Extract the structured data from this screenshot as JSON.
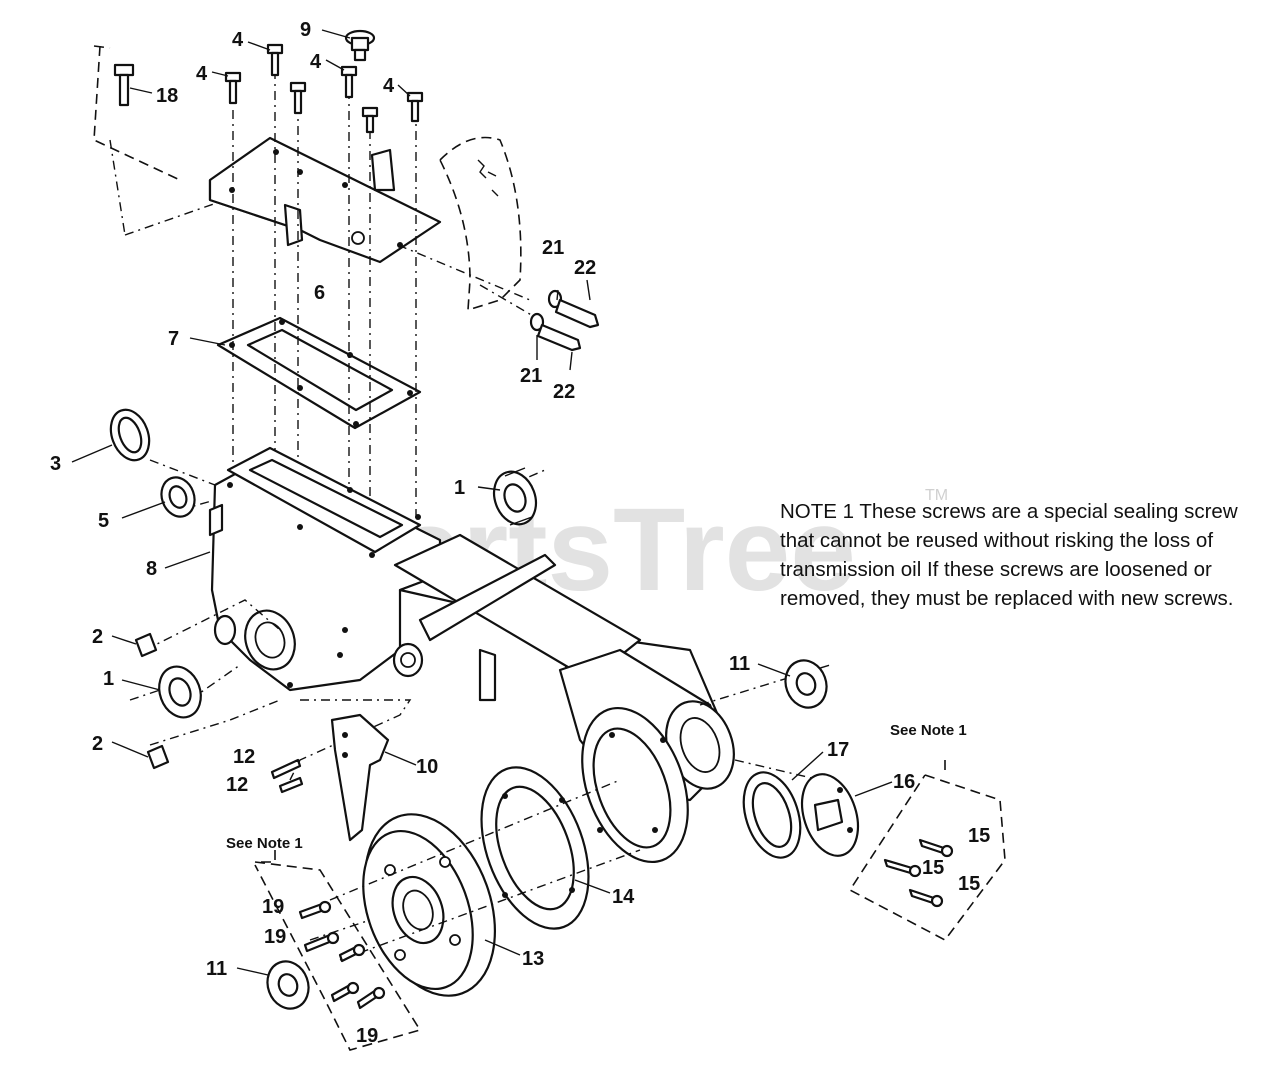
{
  "watermark": {
    "text": "PartsTree",
    "tm": "TM"
  },
  "note": {
    "lines": [
      "NOTE 1  These screws are a special sealing screw",
      "that cannot be reused without risking the loss of",
      "transmission oil   If these screws are loosened or",
      "removed, they must be replaced with new screws."
    ]
  },
  "see_note": {
    "upper": "See Note 1",
    "lower": "See Note 1"
  },
  "callouts": {
    "c1a": "1",
    "c1b": "1",
    "c2a": "2",
    "c2b": "2",
    "c3": "3",
    "c4a": "4",
    "c4b": "4",
    "c4c": "4",
    "c4d": "4",
    "c5": "5",
    "c6": "6",
    "c7": "7",
    "c8": "8",
    "c9": "9",
    "c10": "10",
    "c11a": "11",
    "c11b": "11",
    "c12a": "12",
    "c12b": "12",
    "c13": "13",
    "c14": "14",
    "c15a": "15",
    "c15b": "15",
    "c15c": "15",
    "c16": "16",
    "c17": "17",
    "c18": "18",
    "c19a": "19",
    "c19b": "19",
    "c19c": "19",
    "c21a": "21",
    "c21b": "21",
    "c22a": "22",
    "c22b": "22"
  }
}
